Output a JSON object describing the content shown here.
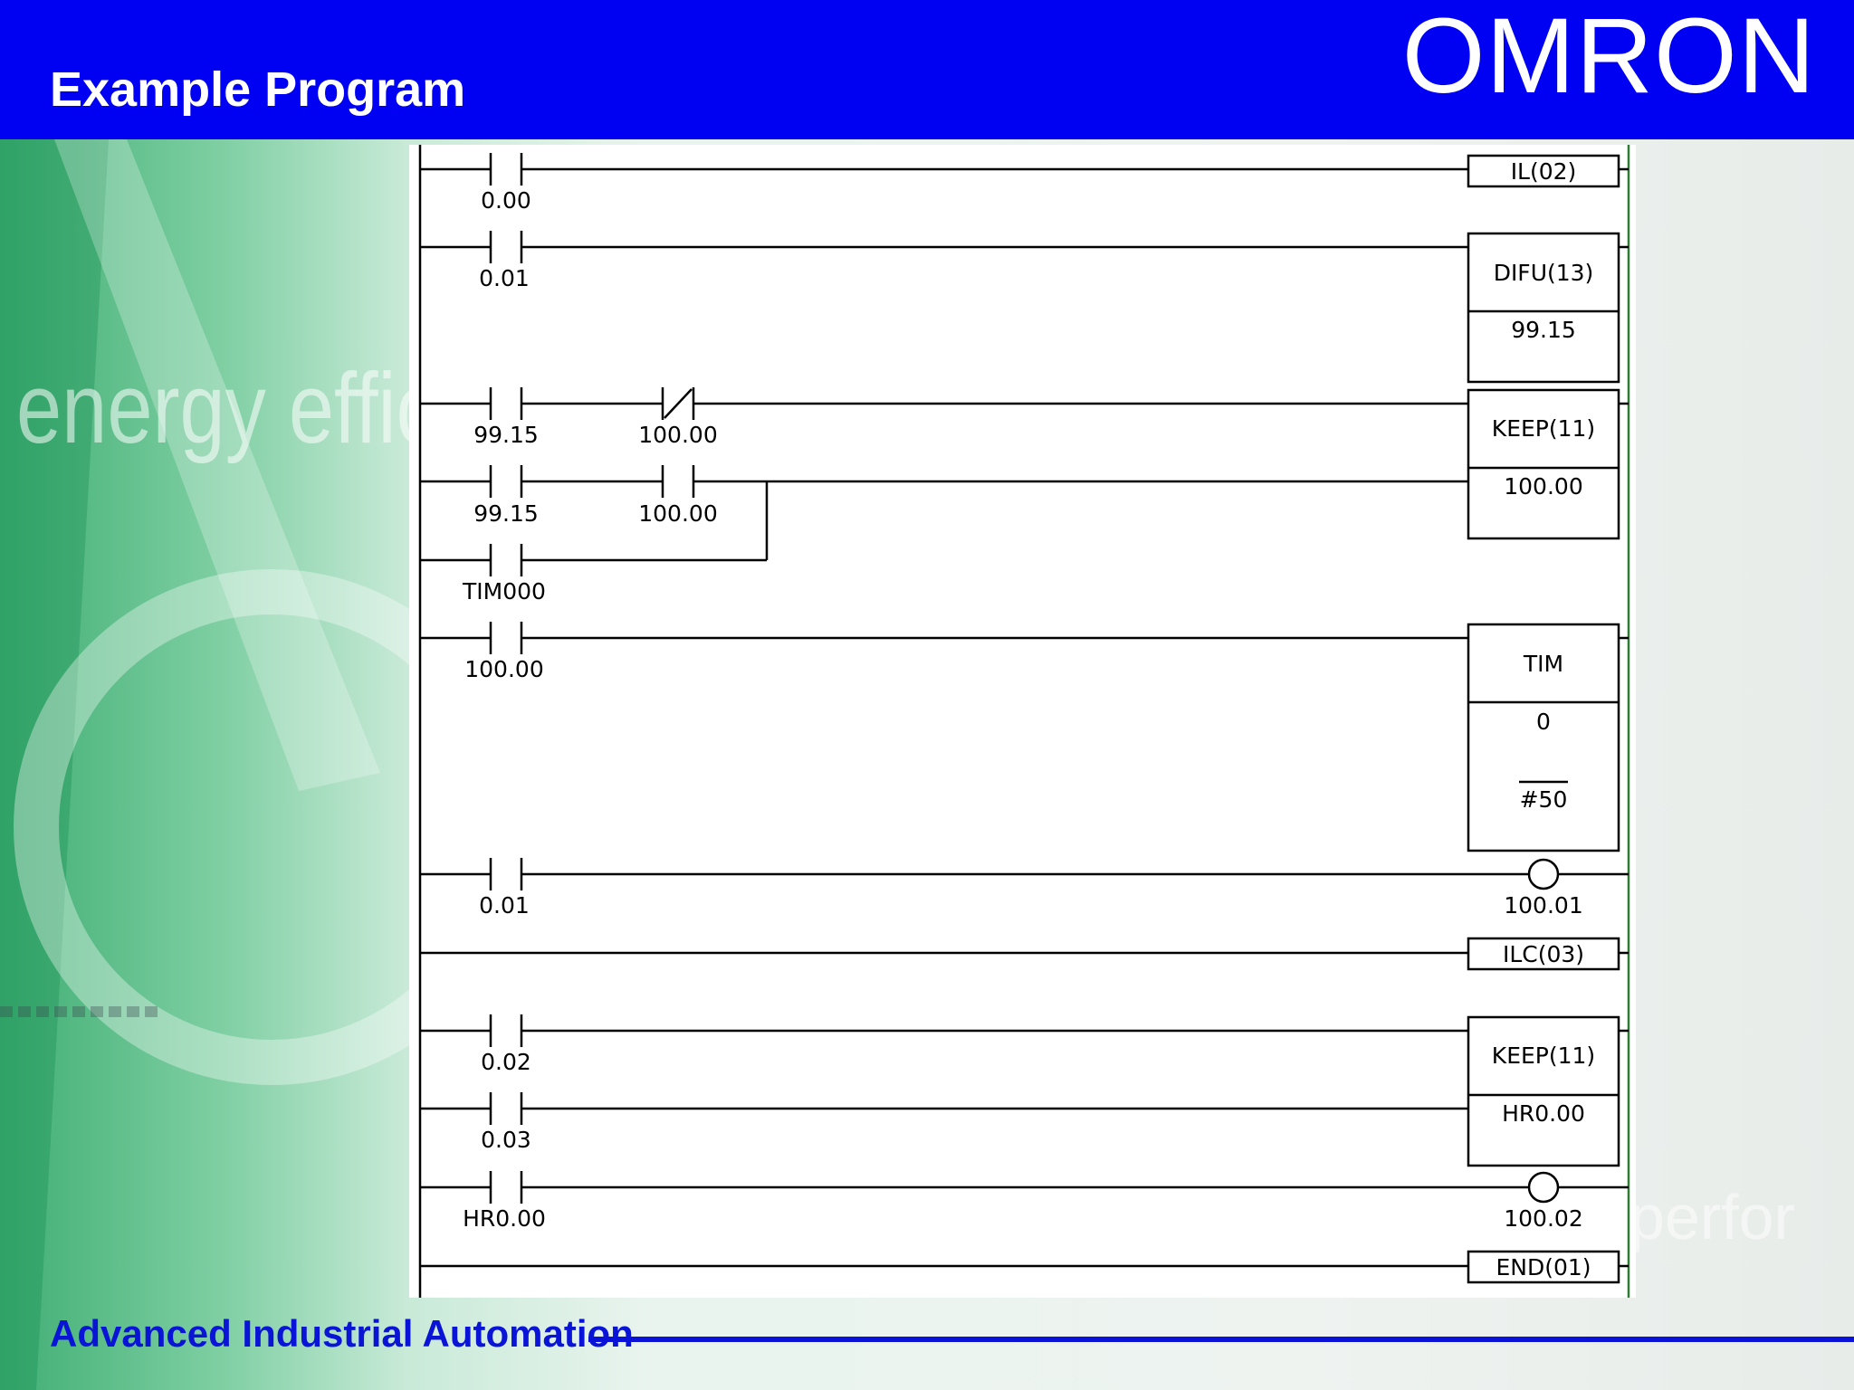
{
  "header": {
    "title": "Example Program",
    "brand": "OMRON"
  },
  "background": {
    "watermark": "energy efficie",
    "watermark2": "perfor"
  },
  "footer": {
    "text": "Advanced Industrial Automation"
  },
  "colors": {
    "header_bg": "#0000f2",
    "footer_text": "#0a14d6"
  },
  "ladder": {
    "contacts": [
      {
        "label": "0.00",
        "type": "no"
      },
      {
        "label": "0.01",
        "type": "no"
      },
      {
        "label": "99.15",
        "type": "no"
      },
      {
        "label": "100.00",
        "type": "nc"
      },
      {
        "label": "99.15",
        "type": "no"
      },
      {
        "label": "100.00",
        "type": "no"
      },
      {
        "label": "TIM000",
        "type": "no"
      },
      {
        "label": "100.00",
        "type": "no"
      },
      {
        "label": "0.01",
        "type": "no"
      },
      {
        "label": "0.02",
        "type": "no"
      },
      {
        "label": "0.03",
        "type": "no"
      },
      {
        "label": "HR0.00",
        "type": "no"
      }
    ],
    "instructions": [
      {
        "name": "IL(02)"
      },
      {
        "name": "DIFU(13)",
        "operand": "99.15"
      },
      {
        "name": "KEEP(11)",
        "operand": "100.00"
      },
      {
        "name": "TIM",
        "operand": "0",
        "setvalue": "#50"
      },
      {
        "name": "ILC(03)"
      },
      {
        "name": "KEEP(11)",
        "operand": "HR0.00"
      },
      {
        "name": "END(01)"
      }
    ],
    "coils": [
      {
        "label": "100.01"
      },
      {
        "label": "100.02"
      }
    ]
  }
}
